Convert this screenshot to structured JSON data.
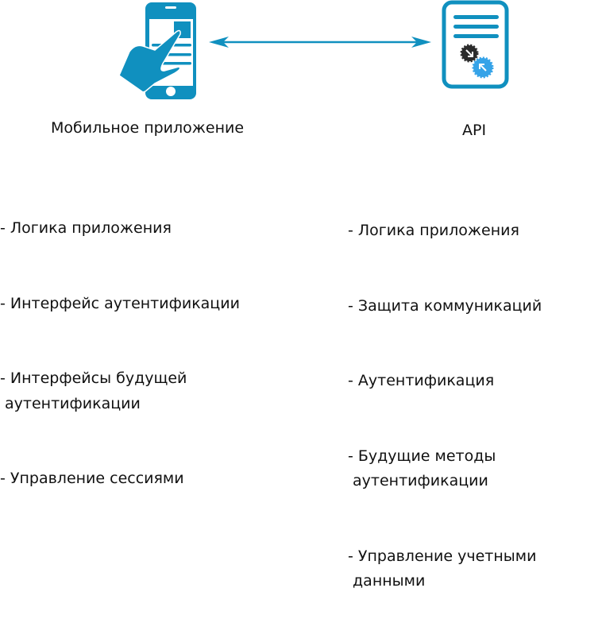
{
  "colors": {
    "accent": "#1090bf",
    "gear_dark": "#2b2b2b",
    "gear_light": "#35a3e8"
  },
  "mobile": {
    "title": "Мобильное приложение",
    "items": [
      "- Логика приложения",
      "- Интерфейс аутентификации",
      "- Интерфейсы будущей\n аутентификации",
      "- Управление сессиями"
    ]
  },
  "api": {
    "title": "API",
    "items": [
      "- Логика приложения",
      "- Защита коммуникаций",
      "- Аутентификация",
      "- Будущие методы\n аутентификации",
      "- Управление учетными\n данными"
    ]
  }
}
